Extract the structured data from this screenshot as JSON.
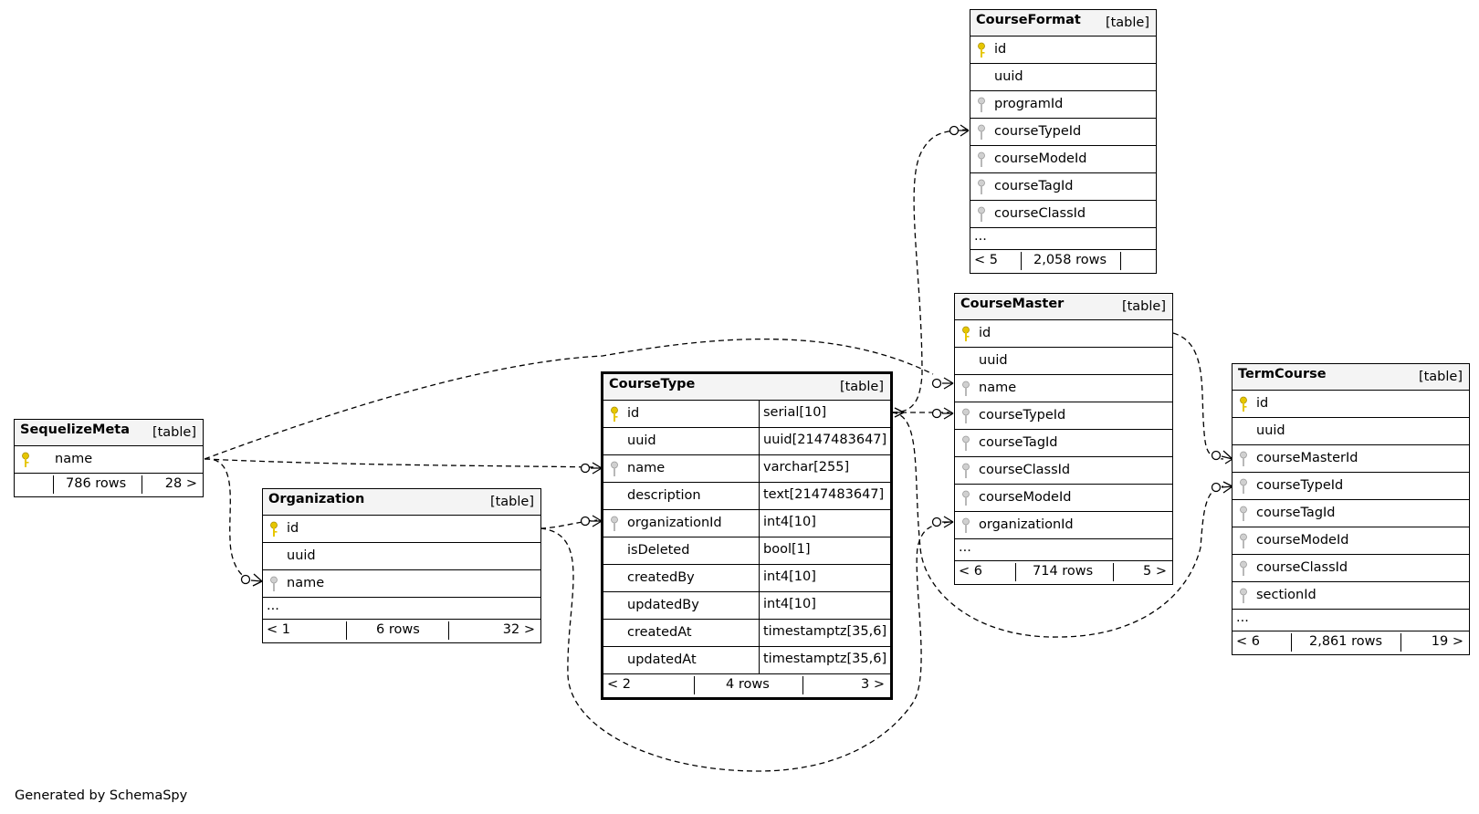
{
  "credit": "Generated by SchemaSpy",
  "key_colors": {
    "primary": "#e6c600",
    "foreign": "#b8b8b8"
  },
  "tables": {
    "sequelize_meta": {
      "name": "SequelizeMeta",
      "type": "[table]",
      "columns": [
        {
          "name": "name",
          "key": "primary-key-icon"
        }
      ],
      "footer": {
        "parents": "",
        "rows": "786 rows",
        "children": "28 >"
      }
    },
    "organization": {
      "name": "Organization",
      "type": "[table]",
      "columns": [
        {
          "name": "id",
          "key": "primary-key-icon"
        },
        {
          "name": "uuid",
          "key": ""
        },
        {
          "name": "name",
          "key": "foreign-key-icon"
        }
      ],
      "more": "...",
      "footer": {
        "parents": "< 1",
        "rows": "6 rows",
        "children": "32 >"
      }
    },
    "course_type": {
      "name": "CourseType",
      "type": "[table]",
      "columns": [
        {
          "name": "id",
          "type": "serial[10]",
          "key": "primary-key-icon"
        },
        {
          "name": "uuid",
          "type": "uuid[2147483647]",
          "key": ""
        },
        {
          "name": "name",
          "type": "varchar[255]",
          "key": "foreign-key-icon"
        },
        {
          "name": "description",
          "type": "text[2147483647]",
          "key": ""
        },
        {
          "name": "organizationId",
          "type": "int4[10]",
          "key": "foreign-key-icon"
        },
        {
          "name": "isDeleted",
          "type": "bool[1]",
          "key": ""
        },
        {
          "name": "createdBy",
          "type": "int4[10]",
          "key": ""
        },
        {
          "name": "updatedBy",
          "type": "int4[10]",
          "key": ""
        },
        {
          "name": "createdAt",
          "type": "timestamptz[35,6]",
          "key": ""
        },
        {
          "name": "updatedAt",
          "type": "timestamptz[35,6]",
          "key": ""
        }
      ],
      "footer": {
        "parents": "< 2",
        "rows": "4 rows",
        "children": "3 >"
      }
    },
    "course_format": {
      "name": "CourseFormat",
      "type": "[table]",
      "columns": [
        {
          "name": "id",
          "key": "primary-key-icon"
        },
        {
          "name": "uuid",
          "key": ""
        },
        {
          "name": "programId",
          "key": "foreign-key-icon"
        },
        {
          "name": "courseTypeId",
          "key": "foreign-key-icon"
        },
        {
          "name": "courseModeId",
          "key": "foreign-key-icon"
        },
        {
          "name": "courseTagId",
          "key": "foreign-key-icon"
        },
        {
          "name": "courseClassId",
          "key": "foreign-key-icon"
        }
      ],
      "more": "...",
      "footer": {
        "parents": "< 5",
        "rows": "2,058 rows",
        "children": ""
      }
    },
    "course_master": {
      "name": "CourseMaster",
      "type": "[table]",
      "columns": [
        {
          "name": "id",
          "key": "primary-key-icon"
        },
        {
          "name": "uuid",
          "key": ""
        },
        {
          "name": "name",
          "key": "foreign-key-icon"
        },
        {
          "name": "courseTypeId",
          "key": "foreign-key-icon"
        },
        {
          "name": "courseTagId",
          "key": "foreign-key-icon"
        },
        {
          "name": "courseClassId",
          "key": "foreign-key-icon"
        },
        {
          "name": "courseModeId",
          "key": "foreign-key-icon"
        },
        {
          "name": "organizationId",
          "key": "foreign-key-icon"
        }
      ],
      "more": "...",
      "footer": {
        "parents": "< 6",
        "rows": "714 rows",
        "children": "5 >"
      }
    },
    "term_course": {
      "name": "TermCourse",
      "type": "[table]",
      "columns": [
        {
          "name": "id",
          "key": "primary-key-icon"
        },
        {
          "name": "uuid",
          "key": ""
        },
        {
          "name": "courseMasterId",
          "key": "foreign-key-icon"
        },
        {
          "name": "courseTypeId",
          "key": "foreign-key-icon"
        },
        {
          "name": "courseTagId",
          "key": "foreign-key-icon"
        },
        {
          "name": "courseModeId",
          "key": "foreign-key-icon"
        },
        {
          "name": "courseClassId",
          "key": "foreign-key-icon"
        },
        {
          "name": "sectionId",
          "key": "foreign-key-icon"
        }
      ],
      "more": "...",
      "footer": {
        "parents": "< 6",
        "rows": "2,861 rows",
        "children": "19 >"
      }
    }
  }
}
